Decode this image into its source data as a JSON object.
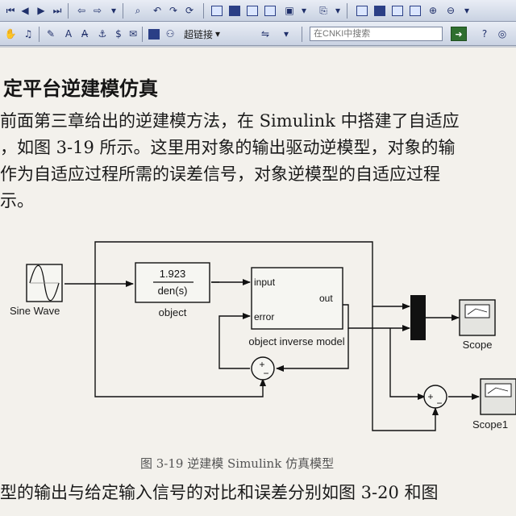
{
  "toolbar": {
    "link_label": "超链接",
    "search_placeholder": "在CNKI中搜索"
  },
  "document": {
    "heading": "定平台逆建模仿真",
    "paragraph_lines": [
      "前面第三章给出的逆建模方法，在 Simulink 中搭建了自适应",
      "，如图 3-19 所示。这里用对象的输出驱动逆模型，对象的输",
      "作为自适应过程所需的误差信号，对象逆模型的自适应过程",
      "示。"
    ],
    "caption": "图 3-19  逆建模 Simulink 仿真模型",
    "bottom_line": "型的输出与给定输入信号的对比和误差分别如图 3-20 和图"
  },
  "diagram": {
    "sine_wave_label": "Sine Wave",
    "tf_numerator": "1.923",
    "tf_denominator": "den(s)",
    "object_label": "object",
    "inverse_input_port": "input",
    "inverse_error_port": "error",
    "inverse_out_port": "out",
    "inverse_label": "object inverse model",
    "sum_top_sign": "+",
    "sum_bottom_sign": "−",
    "sum2_left_sign": "+",
    "sum2_bottom_sign": "−",
    "scope_label": "Scope",
    "scope1_label": "Scope1"
  },
  "colors": {
    "toolbar_icon": "#1f2f6a",
    "search_go": "#2f6f2f",
    "page_bg": "#f3f1ec"
  },
  "icons": [
    "first-page-icon",
    "prev-page-icon",
    "next-page-icon",
    "last-page-icon",
    "back-icon",
    "forward-icon",
    "find-icon",
    "undo-icon",
    "redo-icon",
    "page-view-icon",
    "zoom-in-icon",
    "zoom-out-icon",
    "music-note-icon",
    "highlight-icon",
    "text-tool-icon",
    "anchor-icon",
    "bookmark-icon",
    "link-icon",
    "search-go-icon"
  ]
}
